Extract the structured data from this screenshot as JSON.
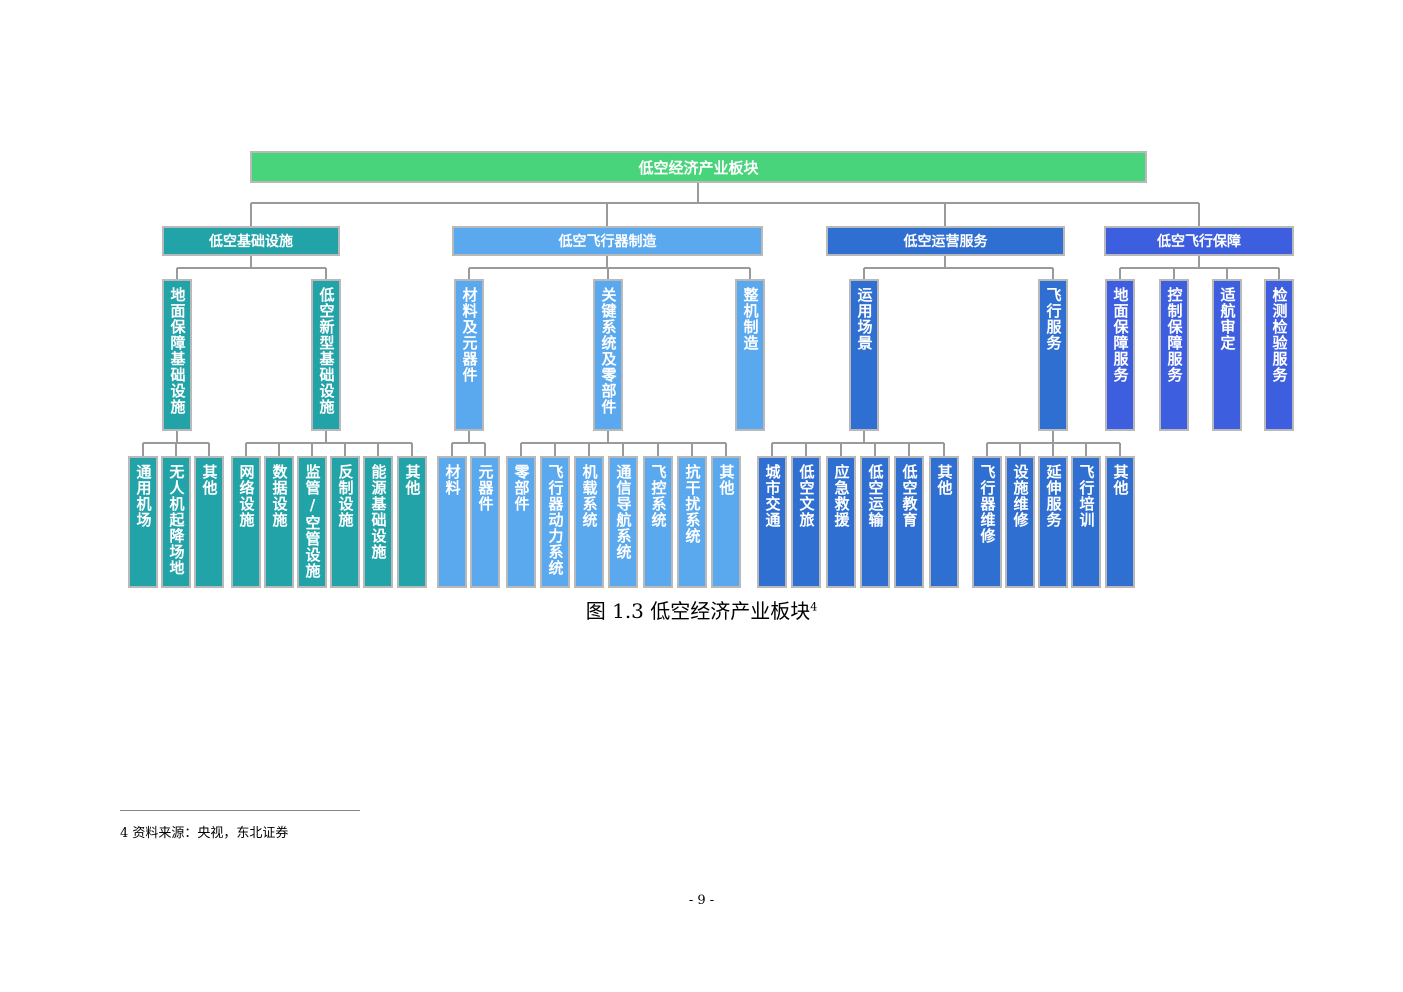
{
  "diagram": {
    "root": "低空经济产业板块",
    "sectors": [
      {
        "label": "低空基础设施",
        "subs": [
          {
            "label": "地面保障基础设施",
            "leaves": [
              "通用机场",
              "无人机起降场地",
              "其他"
            ]
          },
          {
            "label": "低空新型基础设施",
            "leaves": [
              "网络设施",
              "数据设施",
              "监管/空管设施",
              "反制设施",
              "能源基础设施",
              "其他"
            ]
          }
        ]
      },
      {
        "label": "低空飞行器制造",
        "subs": [
          {
            "label": "材料及元器件",
            "leaves": [
              "材料",
              "元器件"
            ]
          },
          {
            "label": "关键系统及零部件",
            "leaves": [
              "零部件",
              "飞行器动力系统",
              "机载系统",
              "通信导航系统",
              "飞控系统",
              "抗干扰系统",
              "其他"
            ]
          },
          {
            "label": "整机制造",
            "leaves": []
          }
        ]
      },
      {
        "label": "低空运营服务",
        "subs": [
          {
            "label": "运用场景",
            "leaves": [
              "城市交通",
              "低空文旅",
              "应急救援",
              "低空运输",
              "低空教育",
              "其他"
            ]
          },
          {
            "label": "飞行服务",
            "leaves": [
              "飞行器维修",
              "设施维修",
              "延伸服务",
              "飞行培训",
              "其他"
            ]
          }
        ]
      },
      {
        "label": "低空飞行保障",
        "subs": [
          {
            "label": "地面保障服务",
            "leaves": []
          },
          {
            "label": "控制保障服务",
            "leaves": []
          },
          {
            "label": "适航审定",
            "leaves": []
          },
          {
            "label": "检测检验服务",
            "leaves": []
          }
        ]
      }
    ]
  },
  "caption": {
    "text": "图 1.3  低空经济产业板块",
    "note_ref": "4"
  },
  "footnote": "4  资料来源：央视，东北证券",
  "page_number": "- 9 -",
  "colors": {
    "root": "#48d47a",
    "infra": "#22a3a8",
    "manufacturing": "#5aa8ee",
    "operations": "#2f6fd1",
    "support": "#3e5ee0",
    "connector": "#9a9a9a"
  }
}
